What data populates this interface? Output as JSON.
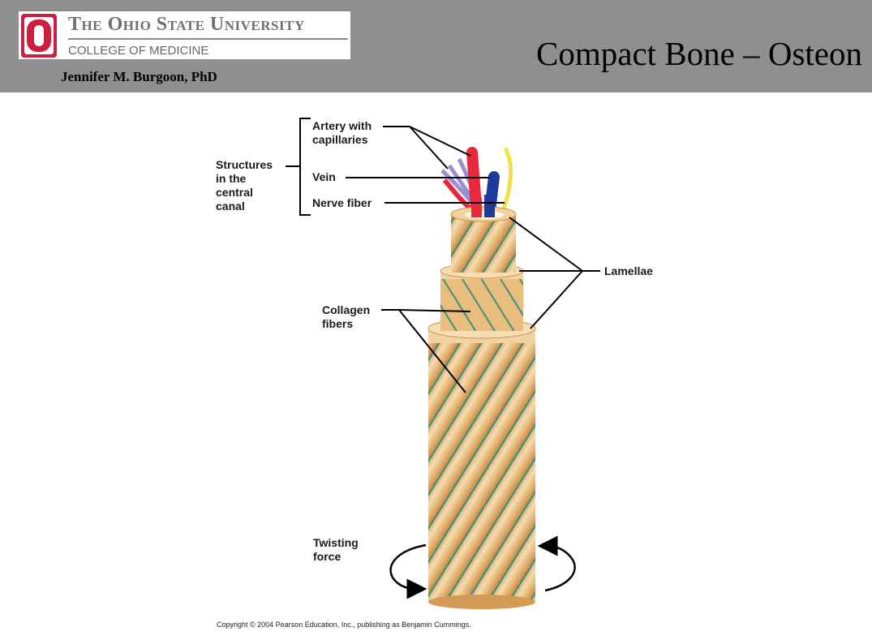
{
  "header": {
    "university": "The Ohio State University",
    "college": "COLLEGE OF MEDICINE",
    "author": "Jennifer M. Burgoon, PhD",
    "title": "Compact Bone – Osteon"
  },
  "diagram": {
    "structures_label": [
      "Structures",
      "in the",
      "central",
      "canal"
    ],
    "artery_label": [
      "Artery with",
      "capillaries"
    ],
    "vein_label": "Vein",
    "nerve_label": "Nerve fiber",
    "lamellae_label": "Lamellae",
    "collagen_label": [
      "Collagen",
      "fibers"
    ],
    "twisting_label": [
      "Twisting",
      "force"
    ],
    "copyright": "Copyright © 2004 Pearson Education, Inc., publishing as Benjamin Cummings."
  },
  "colors": {
    "header_bg": "#8f8f8f",
    "ohio_red": "#cc1f3f",
    "artery": "#e8283c",
    "vein": "#1f3a9e",
    "nerve": "#f0e34a",
    "capillaries": "#9a8fd0",
    "bone": "#e8b878",
    "fiber_stripe": "#3f8f7a"
  }
}
